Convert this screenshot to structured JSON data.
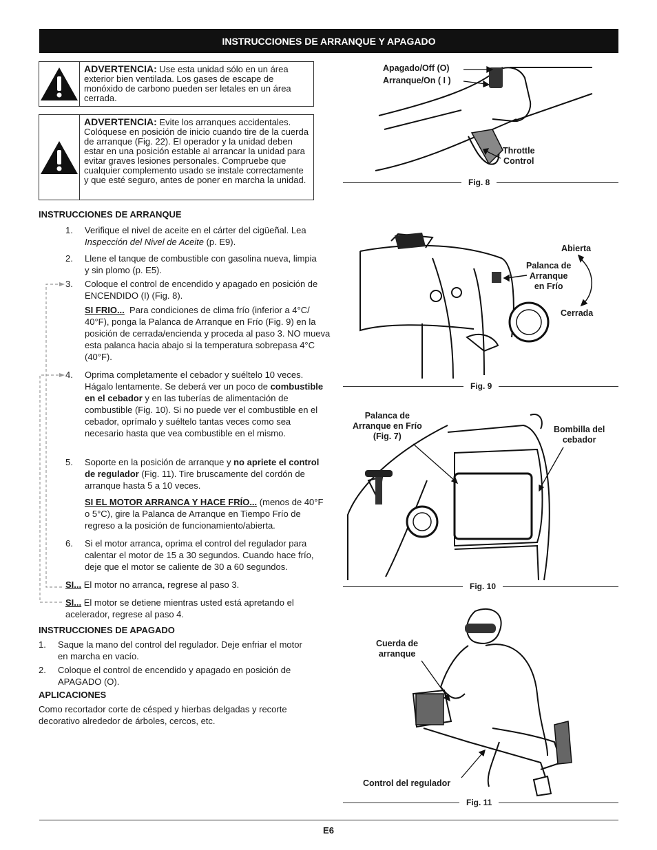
{
  "header": {
    "title": "INSTRUCCIONES DE ARRANQUE Y APAGADO"
  },
  "warnings": [
    {
      "label": "ADVERTENCIA:",
      "text": "Use esta unidad sólo en un área exterior bien ventilada. Los gases de escape de monóxido de carbono pueden ser letales en un área cerrada."
    },
    {
      "label": "ADVERTENCIA:",
      "text": "Evite los arranques accidentales. Colóquese en posición de inicio cuando tire de la cuerda de arranque (Fig. 22). El operador y la unidad deben estar en una posición estable al arrancar la unidad para evitar graves lesiones personales. Compruebe que cualquier complemento usado se instale correctamente y que esté seguro, antes de poner en marcha la unidad."
    }
  ],
  "start": {
    "heading": "INSTRUCCIONES DE ARRANQUE",
    "steps": [
      {
        "num": "1.",
        "text_a": "Verifique el nivel de aceite en el cárter del cigüeñal. Lea ",
        "text_i": "Inspección del Nivel de Aceite",
        "text_b": " (p. E9)."
      },
      {
        "num": "2.",
        "text": "Llene el tanque de combustible con gasolina nueva, limpia y sin plomo (p. E5)."
      },
      {
        "num": "3.",
        "text": "Coloque el control de encendido y apagado en posición de ENCENDIDO (I) (Fig. 8)."
      },
      {
        "label": "SI FRIO...",
        "text": "Para condiciones de clima frío (inferior a 4°C/ 40°F), ponga la Palanca de Arranque en Frío (Fig. 9) en la posición de cerrada/encienda y proceda al paso 3. NO mueva esta palanca hacia abajo si la temperatura sobrepasa 4°C (40°F)."
      },
      {
        "num": "4.",
        "text_a": "Oprima completamente el cebador y suéltelo 10 veces. Hágalo lentamente. Se deberá ver un poco de ",
        "text_b": "combustible en el cebador",
        "text_c": " y en las tuberías de alimentación de combustible (Fig. 10). Si no puede ver el combustible en el cebador, oprímalo y suéltelo tantas veces como sea necesario hasta que vea combustible en el mismo."
      },
      {
        "num": "5.",
        "text_a": "Soporte en la posición de arranque y ",
        "text_b": "no apriete el control de regulador",
        "text_c": " (Fig. 11). Tire bruscamente del cordón de arranque hasta 5 a 10 veces."
      },
      {
        "label": "SI EL MOTOR ARRANCA Y HACE FRÍO...",
        "text": "(menos de 40°F o 5°C), gire la Palanca de Arranque en Tiempo Frío de regreso a la posición de funcionamiento/abierta."
      },
      {
        "num": "6.",
        "text": "Si el motor arranca, oprima el control del regulador para calentar el motor de 15 a 30 segundos.  Cuando hace frío, deje que el motor se caliente de 30 a 60 segundos."
      },
      {
        "label": "SI...",
        "text": "El motor no arranca, regrese al paso 3."
      },
      {
        "label": "SI...",
        "text": "El motor se detiene mientras usted está apretando el acelerador, regrese al paso 4."
      }
    ]
  },
  "stop": {
    "heading": "INSTRUCCIONES DE APAGADO",
    "steps": [
      {
        "num": "1.",
        "text": "Saque la mano del control del regulador. Deje enfriar el motor en marcha en vacío."
      },
      {
        "num": "2.",
        "text": "Coloque el control de encendido y apagado en posición de APAGADO (O)."
      }
    ]
  },
  "apps": {
    "heading": "APLICACIONES",
    "text": "Como recortador corte de césped y hierbas delgadas y recorte decorativo alrededor de árboles, cercos, etc."
  },
  "figures": {
    "fig8": {
      "label": "Fig. 8",
      "off": "Apagado/Off (O)",
      "on": "Arranque/On ( I )",
      "throttle": "Throttle\nControl"
    },
    "fig9": {
      "label": "Fig. 9",
      "open": "Abierta",
      "lever": "Palanca de\nArranque\nen Frío",
      "closed": "Cerrada"
    },
    "fig10": {
      "label": "Fig. 10",
      "lever": "Palanca de\nArranque en Frío\n(Fig. 7)",
      "bulb": "Bombilla del\ncebador"
    },
    "fig11": {
      "label": "Fig. 11",
      "rope": "Cuerda de\narranque",
      "control": "Control del regulador"
    }
  },
  "footer": {
    "page": "E6"
  }
}
